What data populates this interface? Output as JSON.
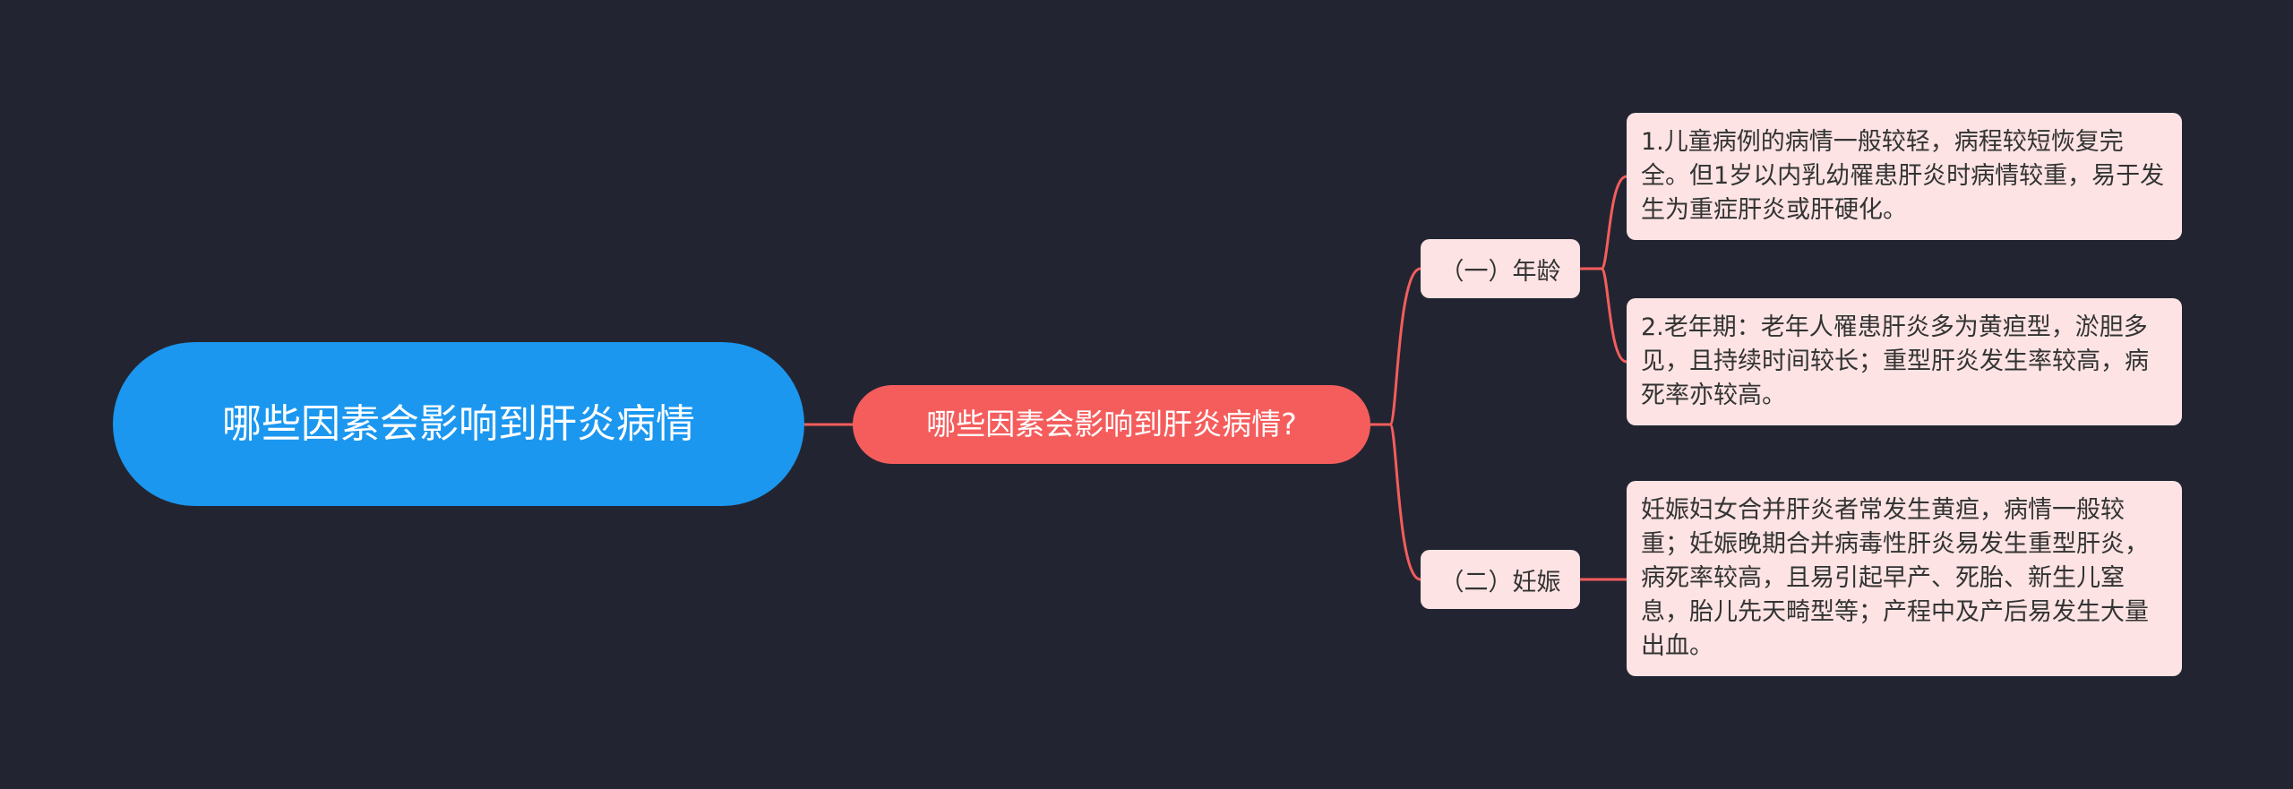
{
  "root": {
    "label": "哪些因素会影响到肝炎病情"
  },
  "main_topic": {
    "label": "哪些因素会影响到肝炎病情?"
  },
  "branches": [
    {
      "label": "（一）年龄",
      "leaves": [
        "1.儿童病例的病情一般较轻，病程较短恢复完全。但1岁以内乳幼罹患肝炎时病情较重，易于发生为重症肝炎或肝硬化。",
        "2.老年期：老年人罹患肝炎多为黄疸型，淤胆多见，且持续时间较长；重型肝炎发生率较高，病死率亦较高。"
      ]
    },
    {
      "label": "（二）妊娠",
      "leaves": [
        "妊娠妇女合并肝炎者常发生黄疸，病情一般较重；妊娠晚期合并病毒性肝炎易发生重型肝炎，病死率较高，且易引起早产、死胎、新生儿窒息，胎儿先天畸型等；产程中及产后易发生大量出血。"
      ]
    }
  ],
  "colors": {
    "background": "#222531",
    "root_fill": "#1b97f0",
    "main_fill": "#f55d5d",
    "sub_fill": "#fde3e3",
    "connector": "#f55d5d"
  }
}
